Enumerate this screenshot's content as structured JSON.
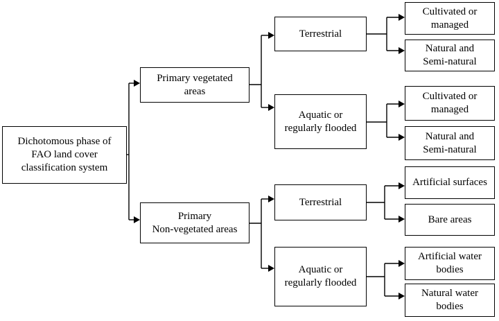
{
  "nodes": {
    "root": "Dichotomous phase of\nFAO land cover\nclassification system",
    "vegetated": "Primary vegetated\nareas",
    "non_vegetated": "Primary\nNon-vegetated areas",
    "veg_terrestrial": "Terrestrial",
    "veg_aquatic": "Aquatic or\nregularly flooded",
    "nonveg_terrestrial": "Terrestrial",
    "nonveg_aquatic": "Aquatic or\nregularly flooded",
    "veg_terr_cultivated": "Cultivated or\nmanaged",
    "veg_terr_natural": "Natural and\nSemi-natural",
    "veg_aq_cultivated": "Cultivated or\nmanaged",
    "veg_aq_natural": "Natural and\nSemi-natural",
    "nonveg_terr_artificial": "Artificial surfaces",
    "nonveg_terr_bare": "Bare areas",
    "nonveg_aq_artificial": "Artificial water\nbodies",
    "nonveg_aq_natural": "Natural water\nbodies"
  }
}
